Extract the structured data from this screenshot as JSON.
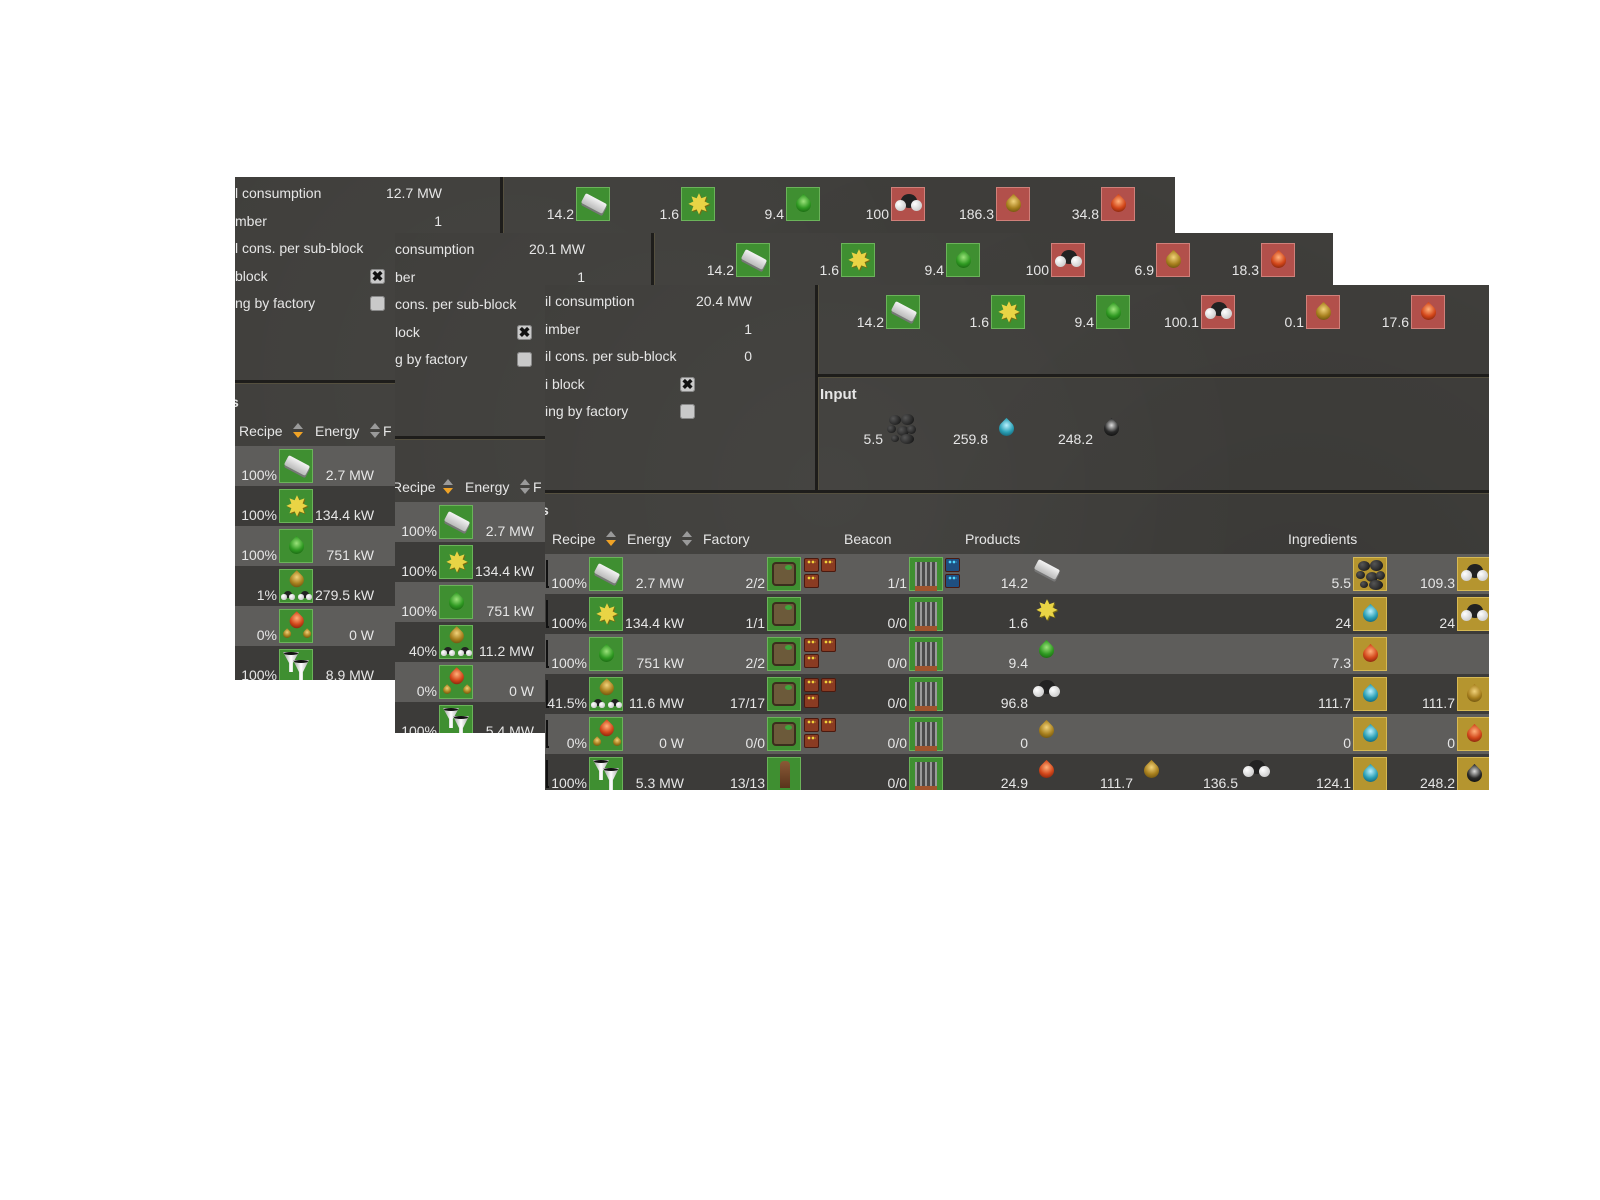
{
  "colors": {
    "box_green": "#3f8f31",
    "box_red": "#b2504b",
    "box_yellow": "#b5952f",
    "row_light": "#5e5d5b",
    "row_dark": "#3c3b39",
    "sort_active": "#f0a326"
  },
  "panels": [
    {
      "info": [
        {
          "label": "l consumption",
          "value": "12.7 MW"
        },
        {
          "label": "mber",
          "value": "1"
        },
        {
          "label": "l cons. per sub-block"
        },
        {
          "label": "block",
          "checkbox": true
        },
        {
          "label": "ng by factory",
          "checkbox": false
        }
      ],
      "products": [
        {
          "value": "14.2",
          "icon": "plate",
          "box": "green"
        },
        {
          "value": "1.6",
          "icon": "crystal",
          "box": "green"
        },
        {
          "value": "9.4",
          "icon": "green-drop",
          "box": "green"
        },
        {
          "value": "100",
          "icon": "molecule",
          "box": "red"
        },
        {
          "value": "186.3",
          "icon": "yellow-drop",
          "box": "red"
        },
        {
          "value": "34.8",
          "icon": "red-drop",
          "box": "red"
        }
      ],
      "table": {
        "title": "s",
        "headers": {
          "recipe": "Recipe",
          "energy": "Energy",
          "next": "F"
        },
        "rows": [
          {
            "pct": "100%",
            "recipe": "plate",
            "energy": "2.7 MW"
          },
          {
            "pct": "100%",
            "recipe": "crystal",
            "energy": "134.4 kW"
          },
          {
            "pct": "100%",
            "recipe": "green-drop",
            "energy": "751 kW"
          },
          {
            "pct": "1%",
            "recipe": "oil-processing",
            "energy": "279.5 kW"
          },
          {
            "pct": "0%",
            "recipe": "red-yellow-drops",
            "energy": "0 W"
          },
          {
            "pct": "100%",
            "recipe": "funnel",
            "energy": "8.9 MW"
          }
        ]
      }
    },
    {
      "info": [
        {
          "label": "consumption",
          "value": "20.1 MW"
        },
        {
          "label": "ber",
          "value": "1"
        },
        {
          "label": "cons. per sub-block"
        },
        {
          "label": "lock",
          "checkbox": true
        },
        {
          "label": "g by factory",
          "checkbox": false
        }
      ],
      "products": [
        {
          "value": "14.2",
          "icon": "plate",
          "box": "green"
        },
        {
          "value": "1.6",
          "icon": "crystal",
          "box": "green"
        },
        {
          "value": "9.4",
          "icon": "green-drop",
          "box": "green"
        },
        {
          "value": "100",
          "icon": "molecule",
          "box": "red"
        },
        {
          "value": "6.9",
          "icon": "yellow-drop",
          "box": "red"
        },
        {
          "value": "18.3",
          "icon": "red-drop",
          "box": "red"
        }
      ],
      "table": {
        "title": "",
        "headers": {
          "recipe": "Recipe",
          "energy": "Energy",
          "next": "F"
        },
        "rows": [
          {
            "pct": "100%",
            "recipe": "plate",
            "energy": "2.7 MW"
          },
          {
            "pct": "100%",
            "recipe": "crystal",
            "energy": "134.4 kW"
          },
          {
            "pct": "100%",
            "recipe": "green-drop",
            "energy": "751 kW"
          },
          {
            "pct": "40%",
            "recipe": "oil-processing",
            "energy": "11.2 MW"
          },
          {
            "pct": "0%",
            "recipe": "red-yellow-drops",
            "energy": "0 W"
          },
          {
            "pct": "100%",
            "recipe": "funnel",
            "energy": "5.4 MW"
          }
        ]
      }
    },
    {
      "info": [
        {
          "label": "il consumption",
          "value": "20.4 MW"
        },
        {
          "label": "imber",
          "value": "1"
        },
        {
          "label": "il cons. per sub-block",
          "value": "0"
        },
        {
          "label": "i block",
          "checkbox": true
        },
        {
          "label": "ing by factory",
          "checkbox": false
        }
      ],
      "products": [
        {
          "value": "14.2",
          "icon": "plate",
          "box": "green"
        },
        {
          "value": "1.6",
          "icon": "crystal",
          "box": "green"
        },
        {
          "value": "9.4",
          "icon": "green-drop",
          "box": "green"
        },
        {
          "value": "100.1",
          "icon": "molecule",
          "box": "red"
        },
        {
          "value": "0.1",
          "icon": "yellow-drop",
          "box": "red"
        },
        {
          "value": "17.6",
          "icon": "red-drop",
          "box": "red"
        }
      ],
      "input": {
        "title": "Input",
        "items": [
          {
            "value": "5.5",
            "icon": "coal"
          },
          {
            "value": "259.8",
            "icon": "cyan-drop"
          },
          {
            "value": "248.2",
            "icon": "black-drop"
          }
        ]
      },
      "table": {
        "title": "s",
        "headers": {
          "recipe": "Recipe",
          "energy": "Energy",
          "factory": "Factory",
          "beacon": "Beacon",
          "products": "Products",
          "ingredients": "Ingredients"
        },
        "rows": [
          {
            "pct": "100%",
            "recipe": "plate",
            "energy": "2.7 MW",
            "factory_count": "2/2",
            "factory": "assembler",
            "modules": 3,
            "beacon_count": "1/1",
            "beacon_modules": 2,
            "products": [
              {
                "value": "14.2",
                "icon": "plate"
              }
            ],
            "ingredients": [
              {
                "value": "5.5",
                "icon": "coal"
              },
              {
                "value": "109.3",
                "icon": "molecule"
              }
            ]
          },
          {
            "pct": "100%",
            "recipe": "crystal",
            "energy": "134.4 kW",
            "factory_count": "1/1",
            "factory": "assembler",
            "modules": 0,
            "beacon_count": "0/0",
            "beacon_modules": 0,
            "products": [
              {
                "value": "1.6",
                "icon": "crystal"
              }
            ],
            "ingredients": [
              {
                "value": "24",
                "icon": "cyan-drop"
              },
              {
                "value": "24",
                "icon": "molecule"
              }
            ]
          },
          {
            "pct": "100%",
            "recipe": "green-drop",
            "energy": "751 kW",
            "factory_count": "2/2",
            "factory": "assembler",
            "modules": 3,
            "beacon_count": "0/0",
            "beacon_modules": 0,
            "products": [
              {
                "value": "9.4",
                "icon": "green-drop"
              }
            ],
            "ingredients": [
              {
                "value": "7.3",
                "icon": "red-drop"
              }
            ]
          },
          {
            "pct": "41.5%",
            "recipe": "oil-processing",
            "energy": "11.6 MW",
            "factory_count": "17/17",
            "factory": "assembler",
            "modules": 3,
            "beacon_count": "0/0",
            "beacon_modules": 0,
            "products": [
              {
                "value": "96.8",
                "icon": "molecule"
              }
            ],
            "ingredients": [
              {
                "value": "111.7",
                "icon": "cyan-drop"
              },
              {
                "value": "111.7",
                "icon": "yellow-drop"
              }
            ]
          },
          {
            "pct": "0%",
            "recipe": "red-yellow-drops",
            "energy": "0 W",
            "factory_count": "0/0",
            "factory": "assembler",
            "modules": 3,
            "beacon_count": "0/0",
            "beacon_modules": 0,
            "products": [
              {
                "value": "0",
                "icon": "yellow-drop"
              }
            ],
            "ingredients": [
              {
                "value": "0",
                "icon": "cyan-drop"
              },
              {
                "value": "0",
                "icon": "red-drop"
              }
            ]
          },
          {
            "pct": "100%",
            "recipe": "funnel",
            "energy": "5.3 MW",
            "factory_count": "13/13",
            "factory": "pumpjack",
            "modules": 0,
            "beacon_count": "0/0",
            "beacon_modules": 0,
            "products": [
              {
                "value": "24.9",
                "icon": "red-drop"
              },
              {
                "value": "111.7",
                "icon": "yellow-drop"
              },
              {
                "value": "136.5",
                "icon": "molecule"
              }
            ],
            "ingredients": [
              {
                "value": "124.1",
                "icon": "cyan-drop"
              },
              {
                "value": "248.2",
                "icon": "black-drop"
              }
            ]
          }
        ]
      }
    }
  ]
}
